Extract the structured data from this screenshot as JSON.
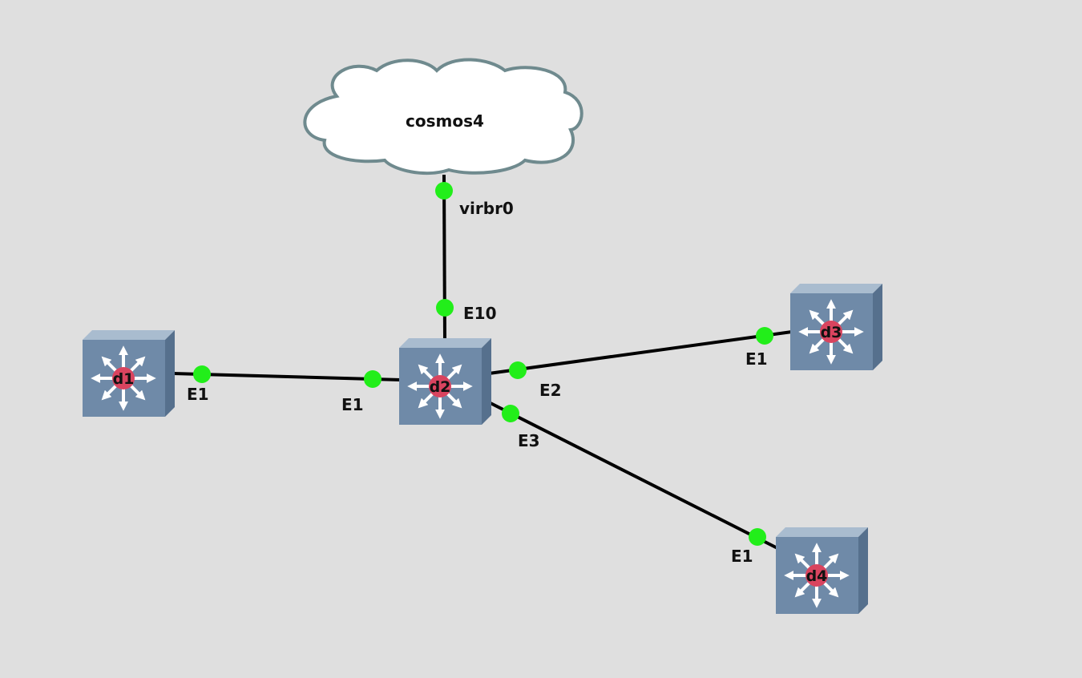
{
  "cloud": {
    "label": "cosmos4"
  },
  "nodes": [
    {
      "id": "d1",
      "label": "d1"
    },
    {
      "id": "d2",
      "label": "d2"
    },
    {
      "id": "d3",
      "label": "d3"
    },
    {
      "id": "d4",
      "label": "d4"
    }
  ],
  "links": [
    {
      "from": "cosmos4",
      "from_port": "virbr0",
      "to": "d2",
      "to_port": "E10"
    },
    {
      "from": "d1",
      "from_port": "E1",
      "to": "d2",
      "to_port": "E1"
    },
    {
      "from": "d2",
      "from_port": "E2",
      "to": "d3",
      "to_port": "E1"
    },
    {
      "from": "d2",
      "from_port": "E3",
      "to": "d4",
      "to_port": "E1"
    }
  ],
  "colors": {
    "background": "#dfdfdf",
    "port_dot": "#22ee1a",
    "switch_front": "#6f8aa8",
    "switch_top": "#a9bccf",
    "switch_side": "#56708d",
    "node_badge": "#d9445f",
    "cloud_fill": "#ffffff",
    "cloud_stroke": "#6f8a8e"
  },
  "icons": {
    "switch": "multilayer-switch-icon",
    "cloud": "cloud-icon"
  }
}
